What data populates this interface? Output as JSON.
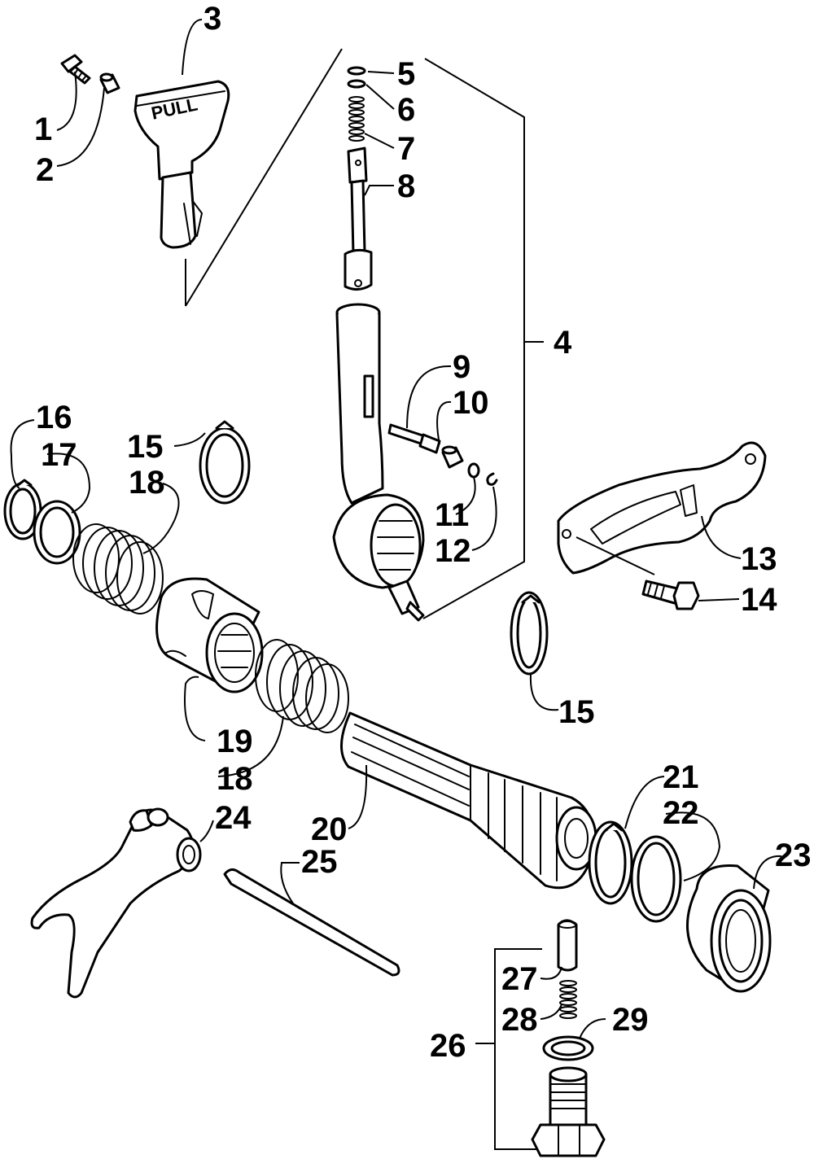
{
  "diagram": {
    "knob_text": "PULL",
    "callouts": {
      "c1": "1",
      "c2": "2",
      "c3": "3",
      "c4": "4",
      "c5": "5",
      "c6": "6",
      "c7": "7",
      "c8": "8",
      "c9": "9",
      "c10": "10",
      "c11": "11",
      "c12": "12",
      "c13": "13",
      "c14": "14",
      "c15a": "15",
      "c15b": "15",
      "c16": "16",
      "c17": "17",
      "c18a": "18",
      "c18b": "18",
      "c19": "19",
      "c20": "20",
      "c21": "21",
      "c22": "22",
      "c23": "23",
      "c24": "24",
      "c25": "25",
      "c26": "26",
      "c27": "27",
      "c28": "28",
      "c29": "29"
    }
  }
}
